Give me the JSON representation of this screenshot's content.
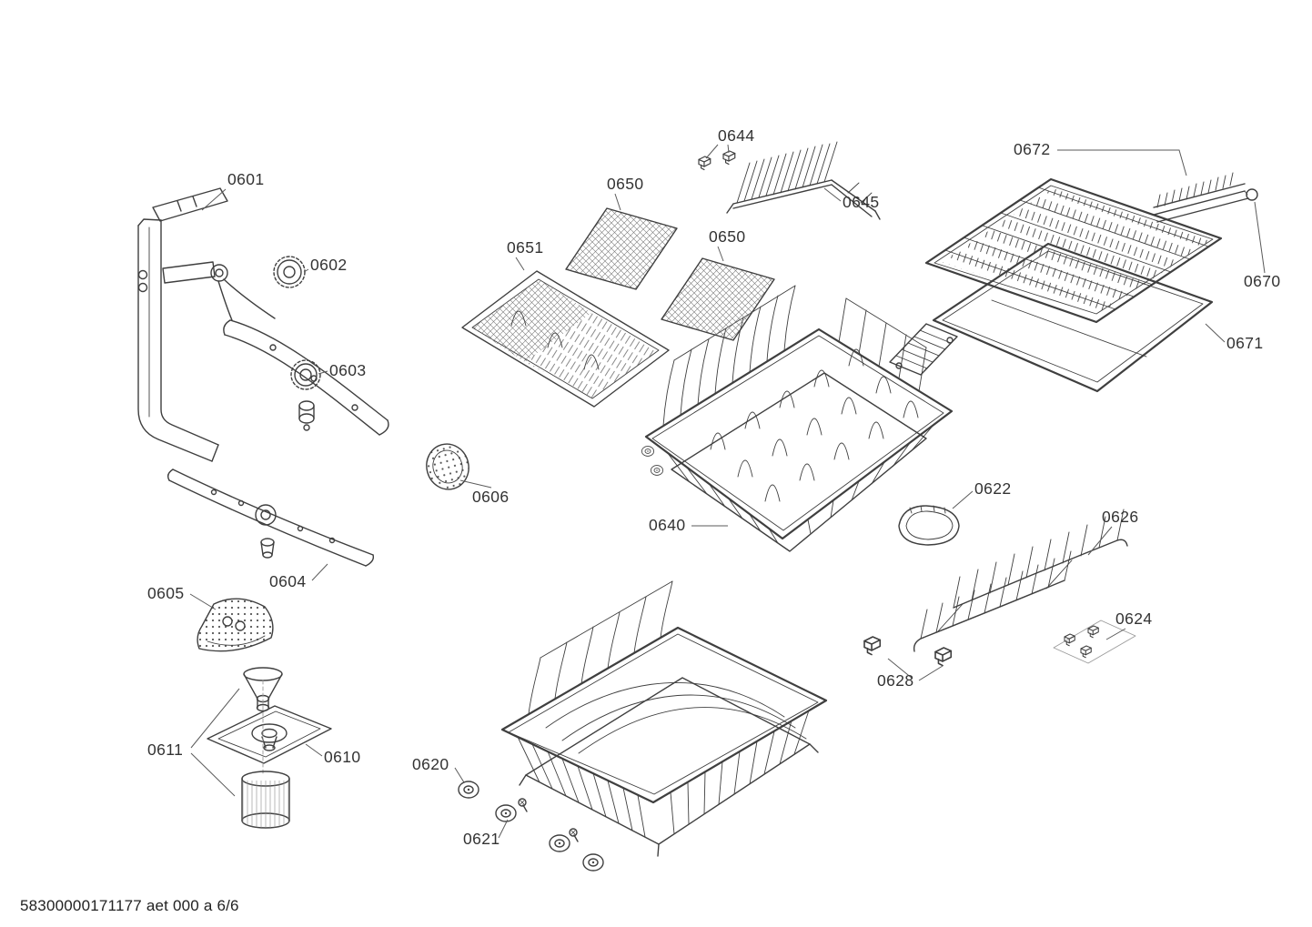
{
  "page": {
    "colors": {
      "background": "#ffffff",
      "line": "#3f3f3f",
      "label": "#333333"
    }
  },
  "footer": {
    "doc_number": "58300000171177 aet 000 a 6/6"
  },
  "parts": {
    "p0601": "0601",
    "p0602": "0602",
    "p0603": "0603",
    "p0604": "0604",
    "p0605": "0605",
    "p0606": "0606",
    "p0610": "0610",
    "p0611": "0611",
    "p0620": "0620",
    "p0621": "0621",
    "p0622": "0622",
    "p0624": "0624",
    "p0626": "0626",
    "p0628": "0628",
    "p0640": "0640",
    "p0644": "0644",
    "p0645": "0645",
    "p0650a": "0650",
    "p0650b": "0650",
    "p0651": "0651",
    "p0670": "0670",
    "p0671": "0671",
    "p0672": "0672"
  }
}
